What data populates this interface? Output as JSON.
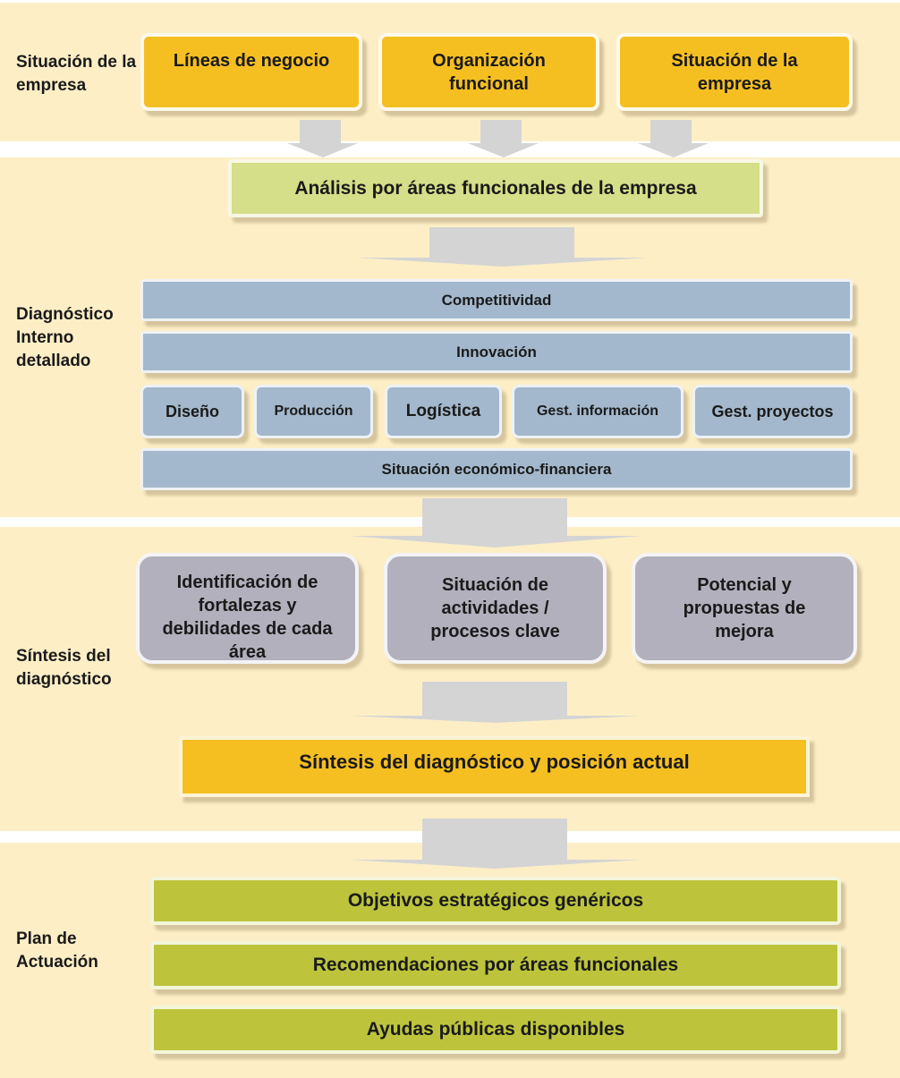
{
  "sections": {
    "situacion": "Situación de la empresa",
    "diagnostico": "Diagnóstico Interno detallado",
    "sintesis": "Síntesis del diagnóstico",
    "plan": "Plan de Actuación"
  },
  "top_boxes": {
    "lineas": "Líneas de negocio",
    "organizacion": "Organización funcional",
    "situacion": "Situación de la empresa"
  },
  "analisis": "Análisis por áreas funcionales de la empresa",
  "diagnostico_rows": {
    "competitividad": "Competitividad",
    "innovacion": "Innovación",
    "situacion_ef": "Situación económico-financiera"
  },
  "areas": {
    "diseno": "Diseño",
    "produccion": "Producción",
    "logistica": "Logística",
    "gest_informacion": "Gest. información",
    "gest_proyectos": "Gest. proyectos"
  },
  "sintesis_boxes": {
    "identificacion": "Identificación de fortalezas y debilidades de cada área",
    "actividades": "Situación de actividades / procesos clave",
    "potencial": "Potencial y propuestas de mejora"
  },
  "sintesis_actual": "Síntesis del diagnóstico y posición actual",
  "plan_boxes": {
    "objetivos": "Objetivos estratégicos genéricos",
    "recomendaciones": "Recomendaciones por áreas funcionales",
    "ayudas": "Ayudas públicas disponibles"
  },
  "colors": {
    "band": "#fdeec6",
    "orange": "#f5bf22",
    "light_green": "#d5de88",
    "blue": "#a3b8cc",
    "grey": "#b1b0bc",
    "olive": "#bdc43c",
    "arrow": "#d4d4d4"
  }
}
